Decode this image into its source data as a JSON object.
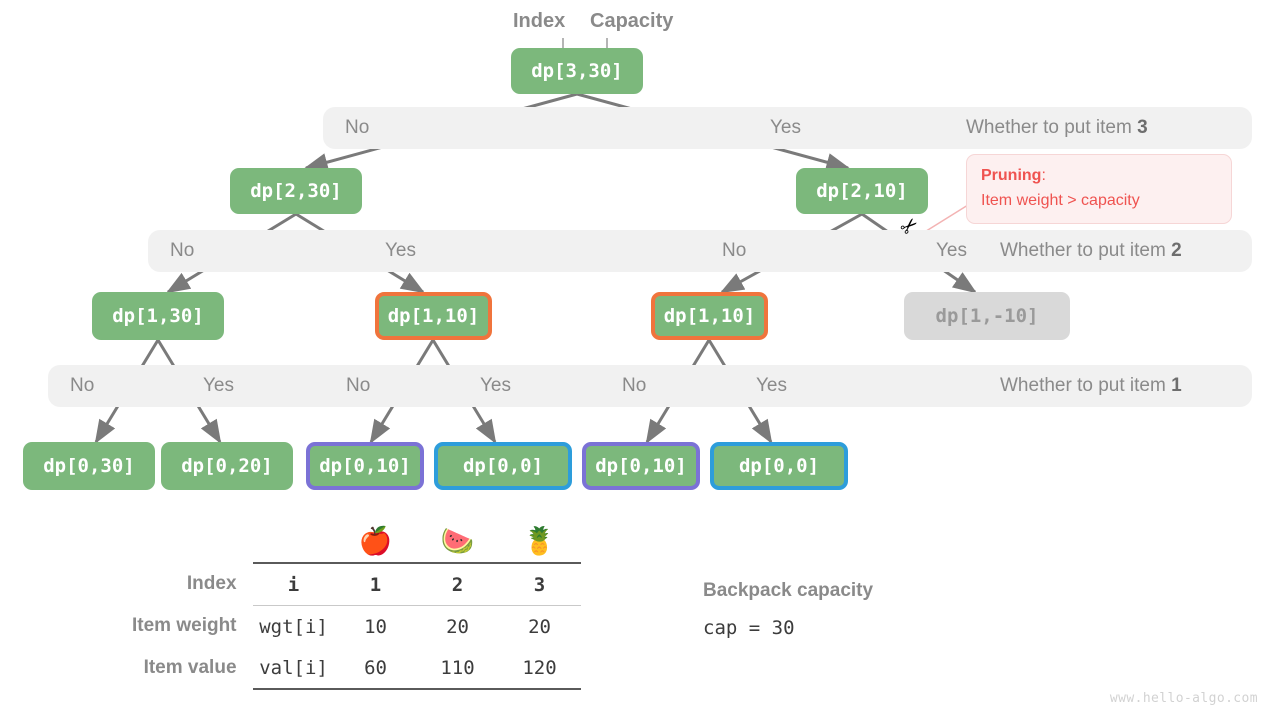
{
  "annotations": {
    "index_label": "Index",
    "capacity_label": "Capacity"
  },
  "tree": {
    "root": {
      "label": "dp[3,30]"
    },
    "level1": [
      {
        "label": "dp[2,30]"
      },
      {
        "label": "dp[2,10]"
      }
    ],
    "level2": [
      {
        "label": "dp[1,30]"
      },
      {
        "label": "dp[1,10]"
      },
      {
        "label": "dp[1,10]"
      },
      {
        "label": "dp[1,-10]"
      }
    ],
    "leaves": [
      {
        "label": "dp[0,30]"
      },
      {
        "label": "dp[0,20]"
      },
      {
        "label": "dp[0,10]"
      },
      {
        "label": "dp[0,0]"
      },
      {
        "label": "dp[0,10]"
      },
      {
        "label": "dp[0,0]"
      }
    ]
  },
  "bands": [
    {
      "right_text_pre": "Whether to put item ",
      "right_text_bold": "3",
      "choices": [
        "No",
        "Yes"
      ]
    },
    {
      "right_text_pre": "Whether to put item ",
      "right_text_bold": "2",
      "choices": [
        "No",
        "Yes",
        "No",
        "Yes"
      ]
    },
    {
      "right_text_pre": "Whether to put item ",
      "right_text_bold": "1",
      "choices": [
        "No",
        "Yes",
        "No",
        "Yes",
        "No",
        "Yes"
      ]
    }
  ],
  "pruning": {
    "heading": "Pruning",
    "colon": ":",
    "detail": "Item weight > capacity",
    "icon": "scissors-icon"
  },
  "table": {
    "emojis": [
      "🍎",
      "🍉",
      "🍍"
    ],
    "rows": [
      {
        "label": "Index",
        "key": "i",
        "values": [
          "1",
          "2",
          "3"
        ]
      },
      {
        "label": "Item weight",
        "key": "wgt[i]",
        "values": [
          "10",
          "20",
          "20"
        ]
      },
      {
        "label": "Item value",
        "key": "val[i]",
        "values": [
          "60",
          "110",
          "120"
        ]
      }
    ]
  },
  "capacity": {
    "title": "Backpack capacity",
    "value": "cap = 30"
  },
  "watermark": "www.hello-algo.com",
  "colors": {
    "node_green": "#7cb87c",
    "node_muted": "#d9d9d9",
    "border_orange": "#f0743c",
    "border_purple": "#7b72d6",
    "border_blue": "#2d9ddb",
    "band_grey": "#f1f1f1",
    "edge_grey": "#7a7a7a",
    "pruning_red": "#ef5350"
  }
}
